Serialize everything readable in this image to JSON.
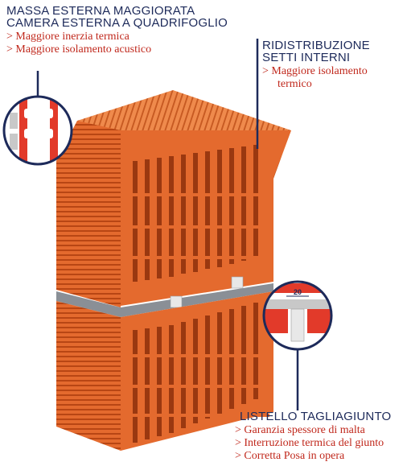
{
  "colors": {
    "brick_front": "#e46a2e",
    "brick_dark": "#b84614",
    "brick_top": "#ef8a4c",
    "hole": "#7a2a0e",
    "navy": "#1d2a5a",
    "red": "#c0281c",
    "mortar": "#8a8f96",
    "spacer": "#e8e8e8"
  },
  "callout_outer": {
    "title_line1": "MASSA ESTERNA MAGGIORATA",
    "title_line2": "CAMERA ESTERNA A QUADRIFOGLIO",
    "bullet1": "> Maggiore inerzia termica",
    "bullet2": "> Maggiore isolamento acustico",
    "icon": "brick-section-zoom"
  },
  "callout_inner": {
    "title_line1": "RIDISTRIBUZIONE",
    "title_line2": "SETTI INTERNI",
    "bullet1": "> Maggiore isolamento",
    "bullet2": "termico"
  },
  "callout_strip": {
    "title": "LISTELLO TAGLIAGIUNTO",
    "bullet1": "> Garanzia spessore di malta",
    "bullet2": "> Interruzione termica del giunto",
    "bullet3": "> Corretta Posa in opera",
    "measure": "20",
    "icon": "joint-section-zoom"
  }
}
